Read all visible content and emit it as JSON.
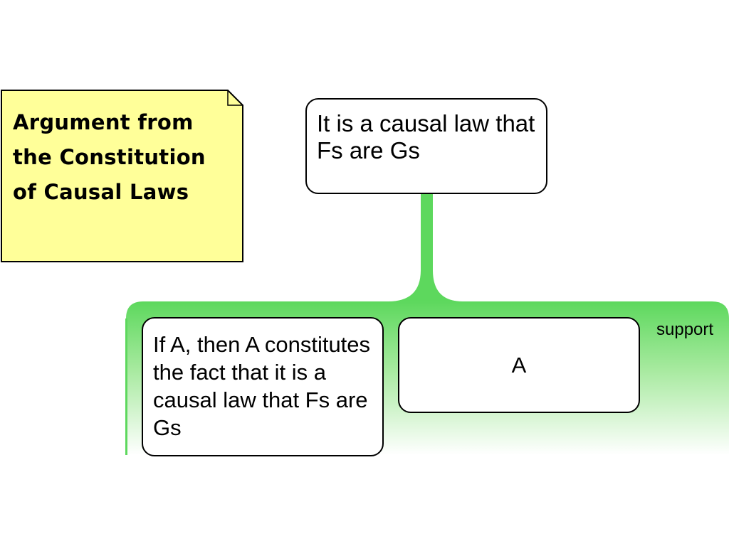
{
  "note": {
    "title": "Argument from\nthe Constitution\nof Causal Laws",
    "fill": "#ffff99"
  },
  "conclusion": {
    "text": "It is a causal law that Fs are Gs"
  },
  "support_group": {
    "label": "support",
    "color": "#5dd85d",
    "premises": [
      {
        "text": "If A, then A constitutes the fact that it is a causal law that Fs are Gs"
      },
      {
        "text": "A"
      }
    ]
  }
}
